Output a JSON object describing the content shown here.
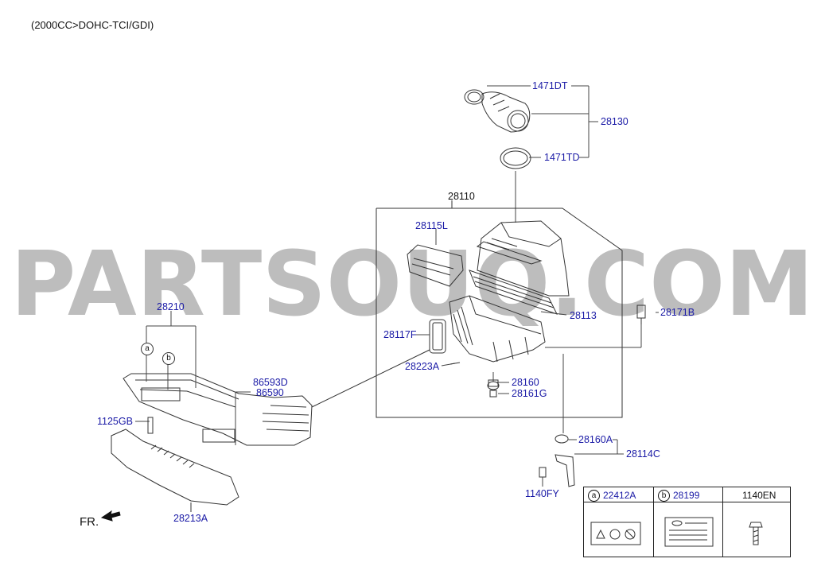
{
  "header": {
    "title": "(2000CC>DOHC-TCI/GDI)"
  },
  "watermark": {
    "text": "PARTSOUQ.COM"
  },
  "orientation": {
    "label": "FR."
  },
  "bubbles": [
    "a",
    "b"
  ],
  "parts": {
    "p1471DT": "1471DT",
    "p28130": "28130",
    "p1471TD": "1471TD",
    "p28110": "28110",
    "p28115L": "28115L",
    "p28113": "28113",
    "p28171B": "28171B",
    "p28117F": "28117F",
    "p28223A": "28223A",
    "p28160": "28160",
    "p28161G": "28161G",
    "p28210": "28210",
    "p86593D": "86593D",
    "p86590": "86590",
    "p1125GB": "1125GB",
    "p28213A": "28213A",
    "p28160A": "28160A",
    "p28114C": "28114C",
    "p1140FY": "1140FY"
  },
  "legend": {
    "col_a": {
      "bubble": "a",
      "part": "22412A"
    },
    "col_b": {
      "bubble": "b",
      "part": "28199"
    },
    "col_c": {
      "part": "1140EN"
    }
  }
}
